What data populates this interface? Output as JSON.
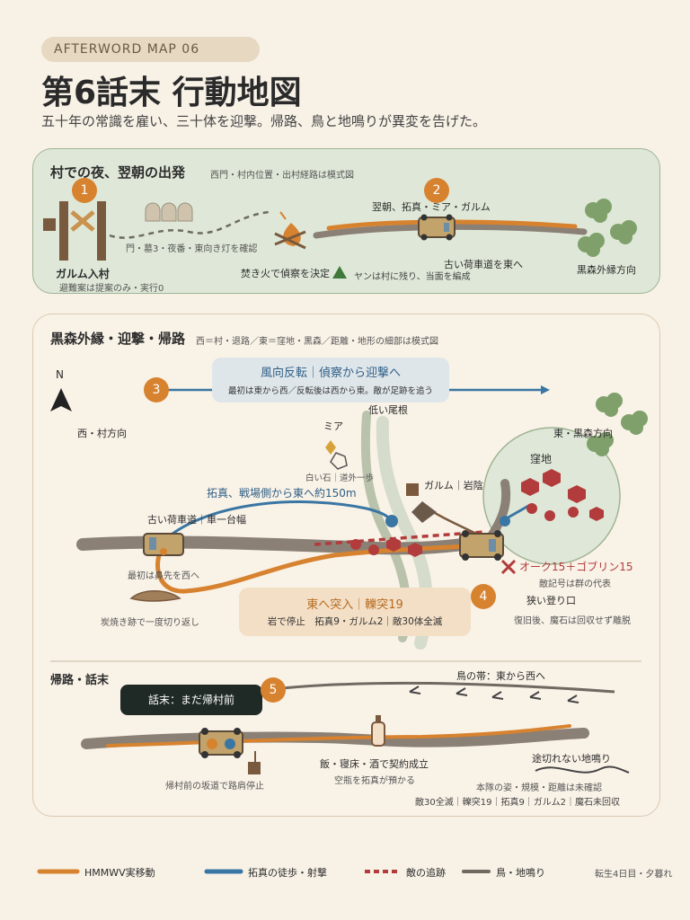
{
  "header": {
    "tag": "AFTERWORD MAP 06",
    "title": "第6話末 行動地図",
    "subtitle": "五十年の常識を雇い、三十体を迎撃。帰路、鳥と地鳴りが異変を告げた。"
  },
  "panel1": {
    "title": "村での夜、翌朝の出発",
    "note": "西門・村内位置・出村経路は模式図",
    "badge1": "1",
    "badge2": "2",
    "gate_label": "ガルム入村",
    "gate_sub": "避難案は提案のみ・実行0",
    "confirm": "門・墓3・夜番・東向き灯を確認",
    "fire": "焚き火で偵察を決定",
    "morning": "翌朝、拓真・ミア・ガルム",
    "road": "古い荷車道を東へ",
    "yan": "ヤンは村に残り、当面を編成",
    "forest": "黒森外縁方向"
  },
  "panel2": {
    "title": "黒森外縁・迎撃・帰路",
    "note": "西＝村・退路／東＝窪地・黒森／距離・地形の細部は模式図",
    "north": "N",
    "badge3": "3",
    "wind_title": "風向反転｜偵察から迎撃へ",
    "wind_sub": "最初は東から西／反転後は西から東。敵が足跡を追う",
    "west": "西・村方向",
    "ridge": "低い尾根",
    "east": "東・黒森方向",
    "mia": "ミア",
    "white_stone": "白い石｜道外一歩",
    "hollow": "窪地",
    "garm": "ガルム｜岩陰",
    "walk": "拓真、戦場側から東へ約150m",
    "old_road": "古い荷車道｜車一台幅",
    "nose_west": "最初は鼻先を西へ",
    "charcoal": "炭焼き跡で一度切り返し",
    "enemy": "オーク15＋ゴブリン15",
    "enemy_sub": "敵記号は群の代表",
    "charge_title": "東へ突入｜轢突19",
    "charge_sub": "岩で停止　拓真9・ガルム2｜敵30体全滅",
    "badge4": "4",
    "climb": "狭い登り口",
    "recover": "復旧後、魔石は回収せず離脱"
  },
  "return": {
    "title": "帰路・話末",
    "badge5": "5",
    "box": "話末：まだ帰村前",
    "birds": "鳥の帯：東から西へ",
    "meal": "飯・寝床・酒で契約成立",
    "meal_sub": "空瓶を拓真が預かる",
    "rumble": "途切れない地鳴り",
    "unconfirmed": "本隊の姿・規模・距離は未確認",
    "stop": "帰村前の坂道で路肩停止",
    "stats": "敵30全滅｜轢突19｜拓真9｜ガルム2｜魔石未回収"
  },
  "legend": {
    "hmmwv": "HMMWV実移動",
    "walk": "拓真の徒歩・射撃",
    "chase": "敵の追跡",
    "birds": "鳥・地鳴り",
    "day": "転生4日目・夕暮れ"
  },
  "colors": {
    "orange": "#d7822f",
    "blue": "#3a76a3",
    "red": "#b23b3b",
    "gray": "#7d786e",
    "green": "#7fa06b"
  }
}
